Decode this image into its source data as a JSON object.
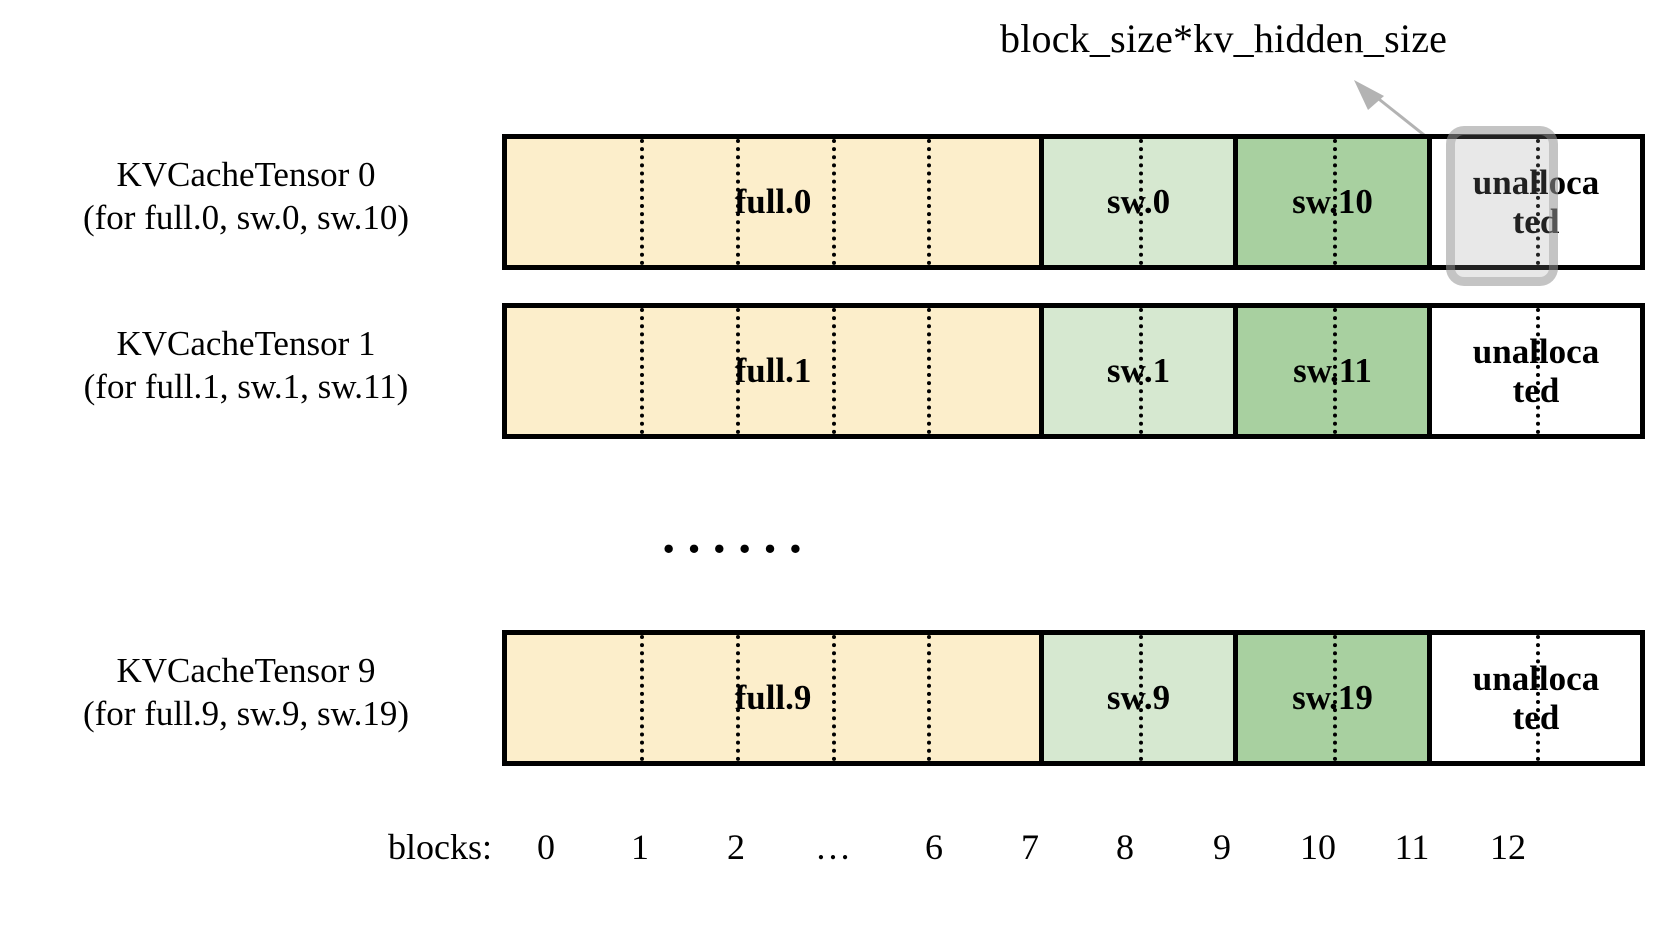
{
  "annotation": {
    "label": "block_size*kv_hidden_size",
    "arrow_icon": "arrow-up-left-icon",
    "arrow_color": "#b3b3b3",
    "target": "block-11-of-tensor-0"
  },
  "colors": {
    "full_block": "#fceecb",
    "sw_block": "#d6e8d0",
    "sw2_block": "#a8d0a0",
    "unallocated_block": "#ffffff",
    "outline": "#000000",
    "highlight": "#969696"
  },
  "rows": [
    {
      "label_line1": "KVCacheTensor 0",
      "label_line2": "(for full.0, sw.0, sw.10)",
      "segments": [
        {
          "name": "full",
          "text": "full.0",
          "blocks": 7
        },
        {
          "name": "sw",
          "text": "sw.0",
          "blocks": 2
        },
        {
          "name": "sw2",
          "text": "sw.10",
          "blocks": 2
        },
        {
          "name": "unallocated",
          "text_line1": "unalloca",
          "text_line2": "ted",
          "blocks": 2
        }
      ]
    },
    {
      "label_line1": "KVCacheTensor 1",
      "label_line2": "(for full.1, sw.1, sw.11)",
      "segments": [
        {
          "name": "full",
          "text": "full.1",
          "blocks": 7
        },
        {
          "name": "sw",
          "text": "sw.1",
          "blocks": 2
        },
        {
          "name": "sw2",
          "text": "sw.11",
          "blocks": 2
        },
        {
          "name": "unallocated",
          "text_line1": "unalloca",
          "text_line2": "ted",
          "blocks": 2
        }
      ]
    },
    {
      "label_line1": "KVCacheTensor 9",
      "label_line2": "(for full.9, sw.9, sw.19)",
      "segments": [
        {
          "name": "full",
          "text": "full.9",
          "blocks": 7
        },
        {
          "name": "sw",
          "text": "sw.9",
          "blocks": 2
        },
        {
          "name": "sw2",
          "text": "sw.19",
          "blocks": 2
        },
        {
          "name": "unallocated",
          "text_line1": "unalloca",
          "text_line2": "ted",
          "blocks": 2
        }
      ]
    }
  ],
  "ellipsis": "······",
  "axis": {
    "title": "blocks:",
    "ticks": [
      "0",
      "1",
      "2",
      "…",
      "6",
      "7",
      "8",
      "9",
      "10",
      "11",
      "12"
    ]
  }
}
